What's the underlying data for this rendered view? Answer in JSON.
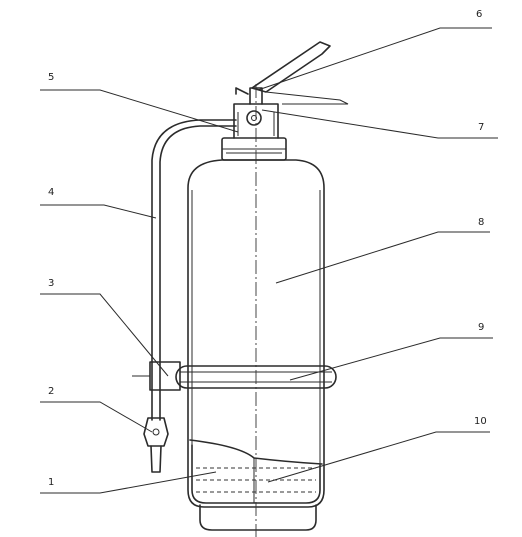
{
  "callouts": [
    {
      "id": "c6",
      "text": "6"
    },
    {
      "id": "c5",
      "text": "5"
    },
    {
      "id": "c7",
      "text": "7"
    },
    {
      "id": "c4",
      "text": "4"
    },
    {
      "id": "c8",
      "text": "8"
    },
    {
      "id": "c3",
      "text": "3"
    },
    {
      "id": "c9",
      "text": "9"
    },
    {
      "id": "c2",
      "text": "2"
    },
    {
      "id": "c10",
      "text": "10"
    },
    {
      "id": "c1",
      "text": "1"
    }
  ]
}
